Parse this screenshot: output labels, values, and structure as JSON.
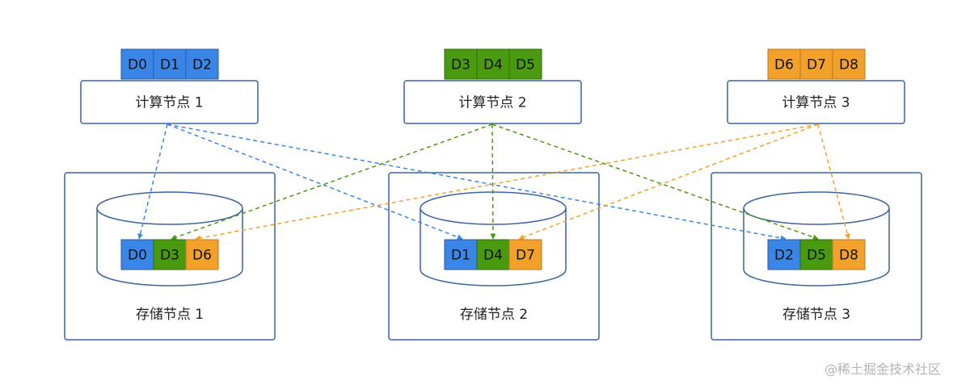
{
  "colors": {
    "node_border": "#3c64a0",
    "blue": "#3a86e8",
    "green": "#4a9a10",
    "orange": "#f2a12a",
    "block_border_blue": "#2d5a9a",
    "block_border_green": "#2f6a0a",
    "block_border_orange": "#b97820"
  },
  "compute_nodes": [
    {
      "label": "计算节点 1",
      "blocks": [
        "D0",
        "D1",
        "D2"
      ],
      "color": "blue"
    },
    {
      "label": "计算节点 2",
      "blocks": [
        "D3",
        "D4",
        "D5"
      ],
      "color": "green"
    },
    {
      "label": "计算节点 3",
      "blocks": [
        "D6",
        "D7",
        "D8"
      ],
      "color": "orange"
    }
  ],
  "storage_nodes": [
    {
      "label": "存储节点 1",
      "blocks": [
        {
          "text": "D0",
          "color": "blue"
        },
        {
          "text": "D3",
          "color": "green"
        },
        {
          "text": "D6",
          "color": "orange"
        }
      ]
    },
    {
      "label": "存储节点 2",
      "blocks": [
        {
          "text": "D1",
          "color": "blue"
        },
        {
          "text": "D4",
          "color": "green"
        },
        {
          "text": "D7",
          "color": "orange"
        }
      ]
    },
    {
      "label": "存储节点 3",
      "blocks": [
        {
          "text": "D2",
          "color": "blue"
        },
        {
          "text": "D5",
          "color": "green"
        },
        {
          "text": "D8",
          "color": "orange"
        }
      ]
    }
  ],
  "arrows": [
    {
      "from": 0,
      "to_storage": 0,
      "block": 0,
      "color": "blue"
    },
    {
      "from": 0,
      "to_storage": 1,
      "block": 0,
      "color": "blue"
    },
    {
      "from": 0,
      "to_storage": 2,
      "block": 0,
      "color": "blue"
    },
    {
      "from": 1,
      "to_storage": 0,
      "block": 1,
      "color": "green"
    },
    {
      "from": 1,
      "to_storage": 1,
      "block": 1,
      "color": "green"
    },
    {
      "from": 1,
      "to_storage": 2,
      "block": 1,
      "color": "green"
    },
    {
      "from": 2,
      "to_storage": 0,
      "block": 2,
      "color": "orange"
    },
    {
      "from": 2,
      "to_storage": 1,
      "block": 2,
      "color": "orange"
    },
    {
      "from": 2,
      "to_storage": 2,
      "block": 2,
      "color": "orange"
    }
  ],
  "watermark": "@稀土掘金技术社区"
}
